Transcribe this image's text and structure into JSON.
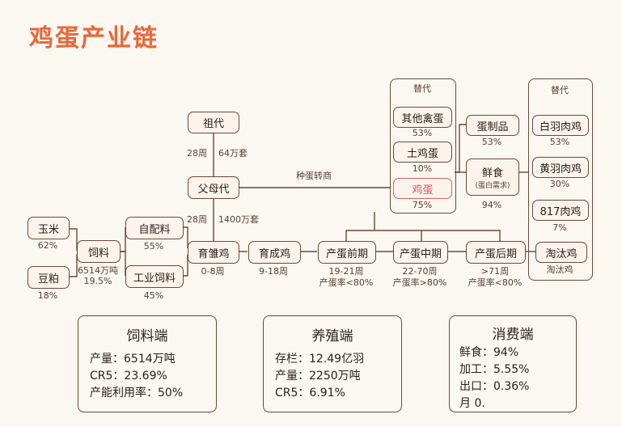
{
  "title": "鸡蛋产业链",
  "nodes": {
    "corn": "玉米",
    "soy": "豆粕",
    "feed": "饲料",
    "self_feed": "自配料",
    "ind_feed": "工业饲料",
    "grand": "祖代",
    "parent": "父母代",
    "chick": "育雏鸡",
    "grower": "育成鸡",
    "early": "产蛋前期",
    "mid": "产蛋中期",
    "late": "产蛋后期",
    "other_eggs": "其他禽蛋",
    "native_eggs": "土鸡蛋",
    "chicken_eggs": "鸡蛋",
    "egg_products": "蛋制品",
    "fresh_food": "鲜食",
    "white_broiler": "白羽肉鸡",
    "yellow_broiler": "黄羽肉鸡",
    "broiler_817": "817肉鸡",
    "culled": "淘汰鸡"
  },
  "labels": {
    "corn_pct": "62%",
    "soy_pct": "18%",
    "feed_amount": "6514万吨",
    "feed_pct": "19.5%",
    "self_pct": "55%",
    "ind_pct": "45%",
    "grand_weeks": "28周",
    "grand_sets": "64万套",
    "parent_weeks": "28周",
    "parent_sets": "1400万套",
    "egg_transfer": "种蛋转商",
    "chick_age": "0-8周",
    "grower_age": "9-18周",
    "early_weeks": "19-21周",
    "early_rate": "产蛋率<80%",
    "mid_weeks": "22-70周",
    "mid_rate": "产蛋率>80%",
    "late_weeks": ">71周",
    "late_rate": "产蛋率<80%",
    "sub_left": "替代",
    "sub_right": "替代",
    "other_pct": "53%",
    "native_pct": "10%",
    "eggs_pct": "75%",
    "egg_products_pct": "53%",
    "fresh_sub": "(蛋白需求)",
    "fresh_pct": "94%",
    "white_pct": "53%",
    "yellow_pct": "30%",
    "b817_pct": "7%",
    "culled_sub": "淘汰鸡"
  },
  "summary": {
    "feed": {
      "title": "饲料端",
      "lines": [
        "产量：6514万吨",
        "CR5：23.69%",
        "产能利用率：50%"
      ]
    },
    "farm": {
      "title": "养殖端",
      "lines": [
        "存栏：12.49亿羽",
        "产量：2250万吨",
        "CR5：6.91%"
      ]
    },
    "consume": {
      "title": "消费端",
      "lines": [
        "鲜食：94%",
        "加工：5.55%",
        "出口：0.36%",
        "月 0."
      ]
    }
  },
  "colors": {
    "title": "#e9673b",
    "border": "#6b4a3c",
    "highlight": "#e0606a",
    "background": "#fbf7f1"
  }
}
